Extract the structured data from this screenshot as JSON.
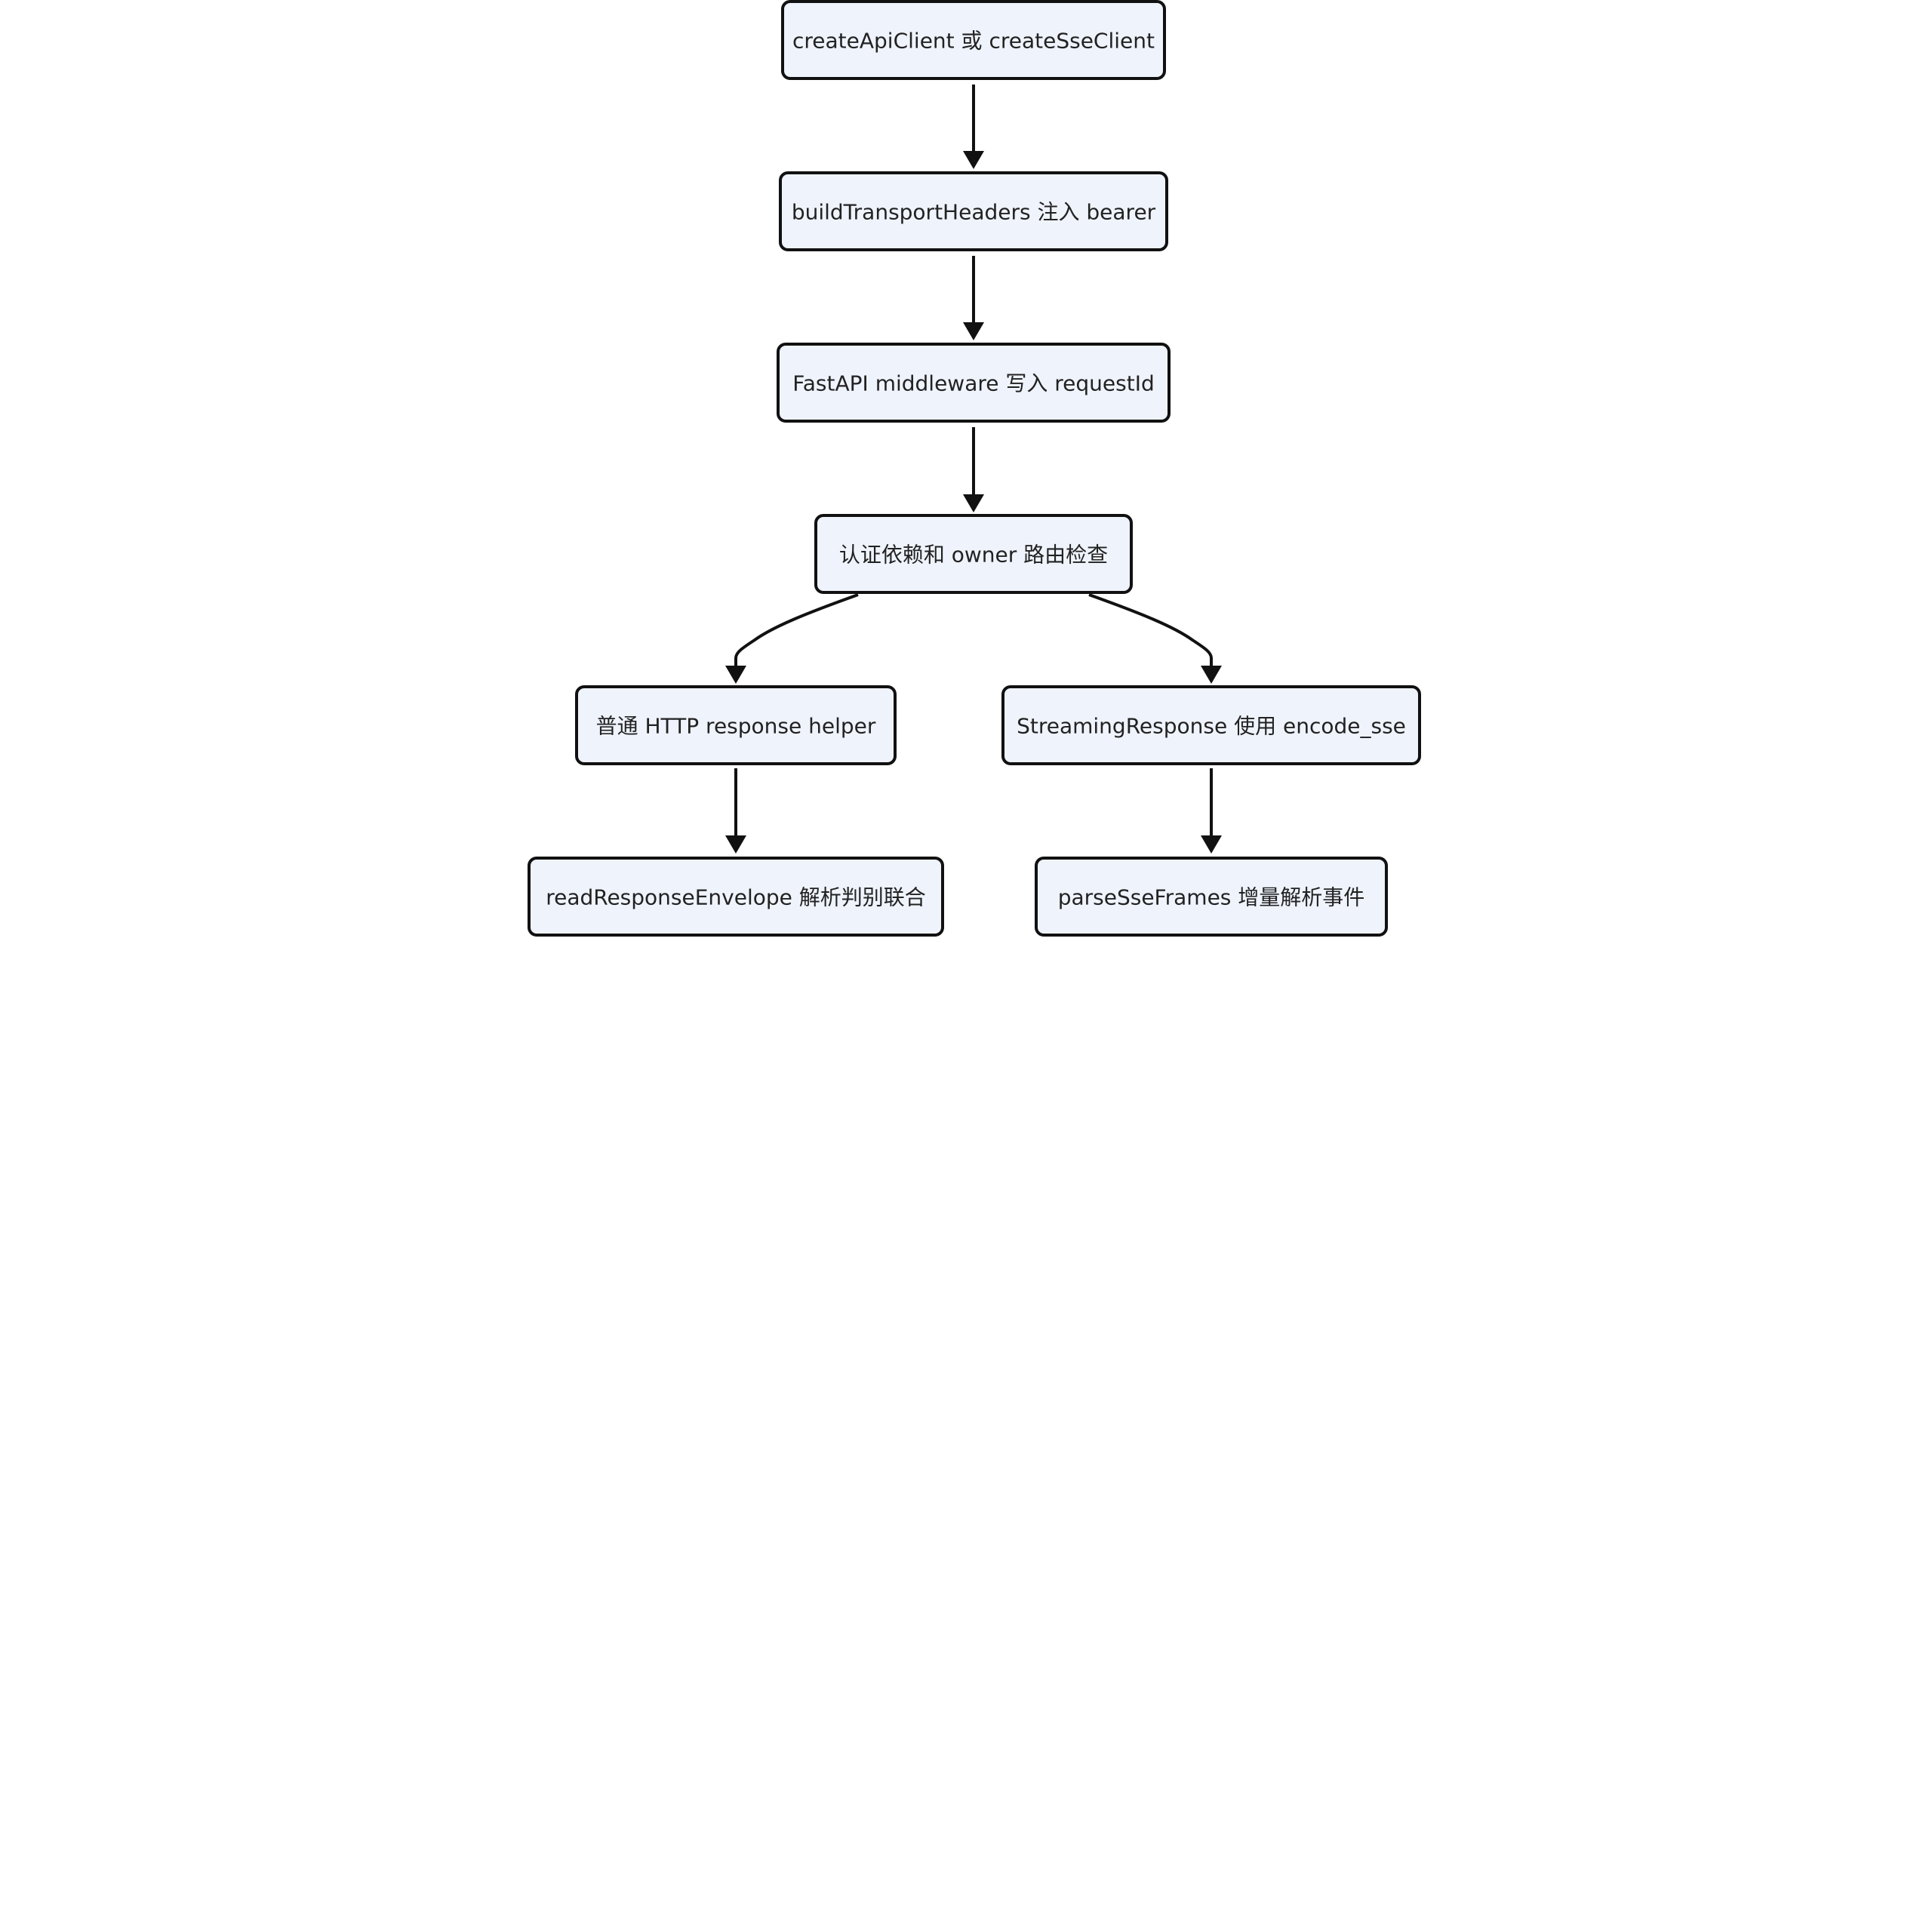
{
  "diagram": {
    "nodes": [
      {
        "id": "n1",
        "label": "createApiClient 或 createSseClient"
      },
      {
        "id": "n2",
        "label": "buildTransportHeaders 注入 bearer"
      },
      {
        "id": "n3",
        "label": "FastAPI middleware 写入 requestId"
      },
      {
        "id": "n4",
        "label": "认证依赖和 owner 路由检查"
      },
      {
        "id": "n5",
        "label": "普通 HTTP response helper"
      },
      {
        "id": "n6",
        "label": "StreamingResponse 使用 encode_sse"
      },
      {
        "id": "n7",
        "label": "readResponseEnvelope 解析判别联合"
      },
      {
        "id": "n8",
        "label": "parseSseFrames 增量解析事件"
      }
    ],
    "edges": [
      {
        "from": "n1",
        "to": "n2"
      },
      {
        "from": "n2",
        "to": "n3"
      },
      {
        "from": "n3",
        "to": "n4"
      },
      {
        "from": "n4",
        "to": "n5"
      },
      {
        "from": "n4",
        "to": "n6"
      },
      {
        "from": "n5",
        "to": "n7"
      },
      {
        "from": "n6",
        "to": "n8"
      }
    ],
    "colors": {
      "node_fill": "#eff3fc",
      "node_stroke": "#111111",
      "edge": "#111111",
      "text": "#222222"
    }
  }
}
